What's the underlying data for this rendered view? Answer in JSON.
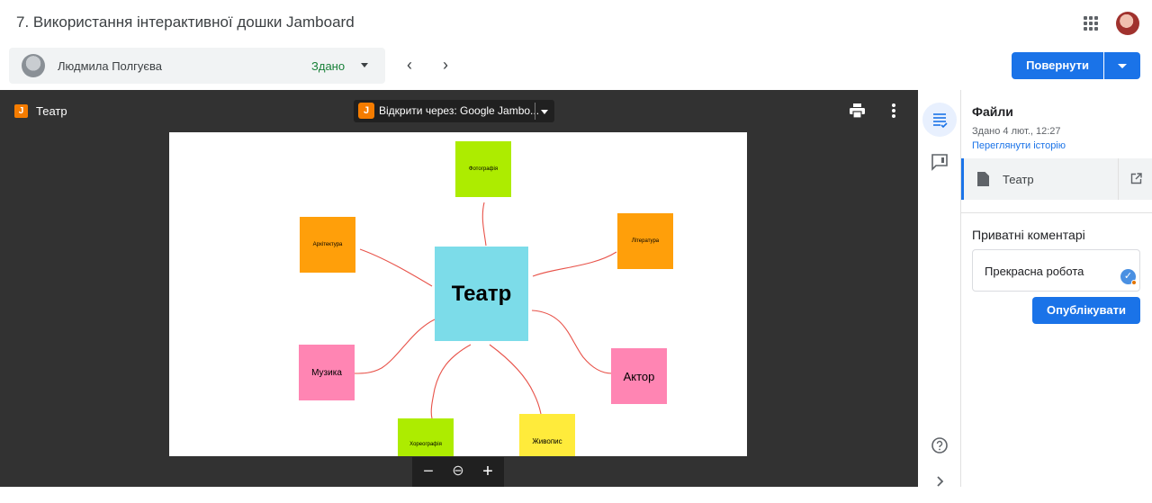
{
  "page": {
    "title": "7. Використання інтерактивної дошки Jamboard",
    "apps_icon": "apps-grid-icon",
    "account_icon": "account-avatar-icon"
  },
  "student": {
    "name": "Людмила Полгуєва",
    "status": "Здано",
    "status_color": "#188038"
  },
  "actions": {
    "return_label": "Повернути",
    "accent": "#1a73e8"
  },
  "viewer": {
    "file_name": "Театр",
    "open_with_label": "Відкрити через: Google Jambo...",
    "board": {
      "center": "Театр",
      "notes": {
        "foto": "Фотографія",
        "arch": "Архітектура",
        "lit": "Література",
        "music": "Музика",
        "actor": "Актор",
        "choreo": "Хореографія",
        "paint": "Живопис"
      }
    },
    "zoom": {
      "out": "−",
      "fit": "⊖",
      "in": "+"
    }
  },
  "panel": {
    "files_heading": "Файли",
    "submitted": "Здано 4 лют., 12:27",
    "history_link": "Переглянути історію",
    "file_name": "Театр",
    "private_heading": "Приватні коментарі",
    "comment_text": "Прекрасна робота",
    "publish_label": "Опублікувати"
  }
}
